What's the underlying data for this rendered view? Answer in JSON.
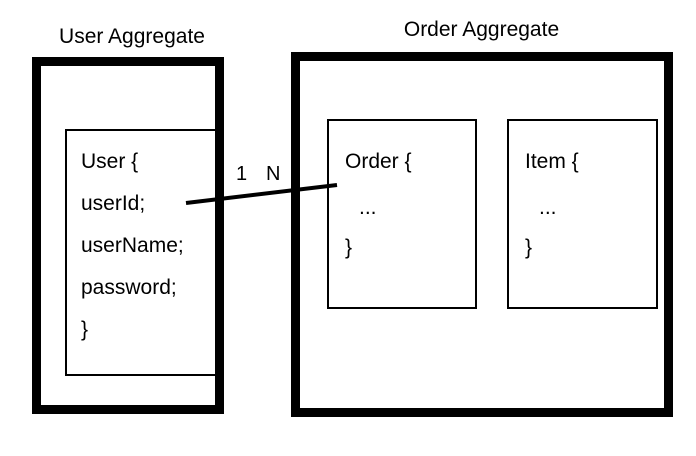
{
  "diagram": {
    "type": "ddd-aggregate-diagram",
    "background_color": "#ffffff",
    "stroke_color": "#000000"
  },
  "aggregates": [
    {
      "id": "user-aggregate",
      "title": "User Aggregate",
      "entities": [
        {
          "id": "user-entity",
          "name": "User",
          "lines": [
            "User {",
            "userId;",
            "userName;",
            "password;",
            "}"
          ]
        }
      ]
    },
    {
      "id": "order-aggregate",
      "title": "Order Aggregate",
      "entities": [
        {
          "id": "order-entity",
          "name": "Order",
          "lines": [
            "Order {",
            "...",
            "}"
          ]
        },
        {
          "id": "item-entity",
          "name": "Item",
          "lines": [
            "Item {",
            "...",
            "}"
          ]
        }
      ]
    }
  ],
  "association": {
    "id": "user-order-association",
    "source": "user-entity",
    "target": "order-entity",
    "source_multiplicity": "1",
    "target_multiplicity": "N"
  }
}
